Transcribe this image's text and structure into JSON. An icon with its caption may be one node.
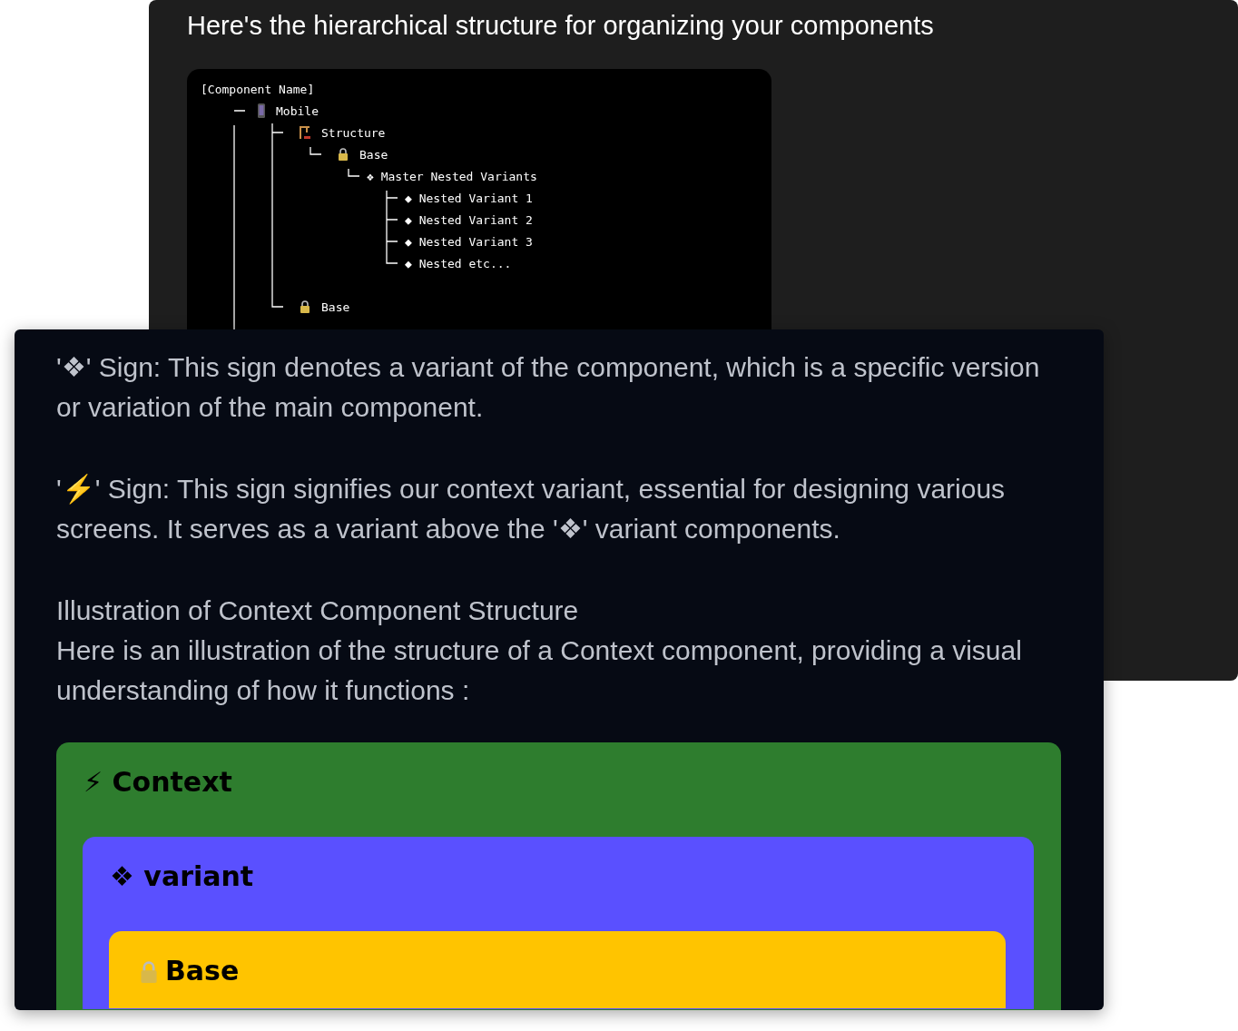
{
  "diagram": {
    "title": "Here's the hierarchical structure for organizing your components",
    "nodes": [
      {
        "text": [
          "⚡ Context"
        ]
      },
      {
        "text": [
          "❖ variant"
        ],
        "in": 0
      },
      {
        "text": [
          "Base"
        ],
        "in": 1
      }
    ],
    "edges": [],
    "labels": [
      "[Component Name]",
      "Mobile",
      "Structure",
      "Base",
      "❖ Master Nested Variants",
      "◆ Nested Variant 1",
      "◆ Nested Variant 2",
      "◆ Nested Variant 3",
      "◆ Nested etc...",
      "Base",
      "'❖' Sign: This sign denotes a variant of the component, which is a specific version or variation of the main component.",
      "'⚡' Sign: This sign signifies our context variant, essential for designing various screens. It serves as a variant above the '❖' variant components.",
      "Illustration of Context Component Structure",
      "Here is an illustration of the structure of a Context component, providing a visual understanding of how it functions :"
    ]
  }
}
